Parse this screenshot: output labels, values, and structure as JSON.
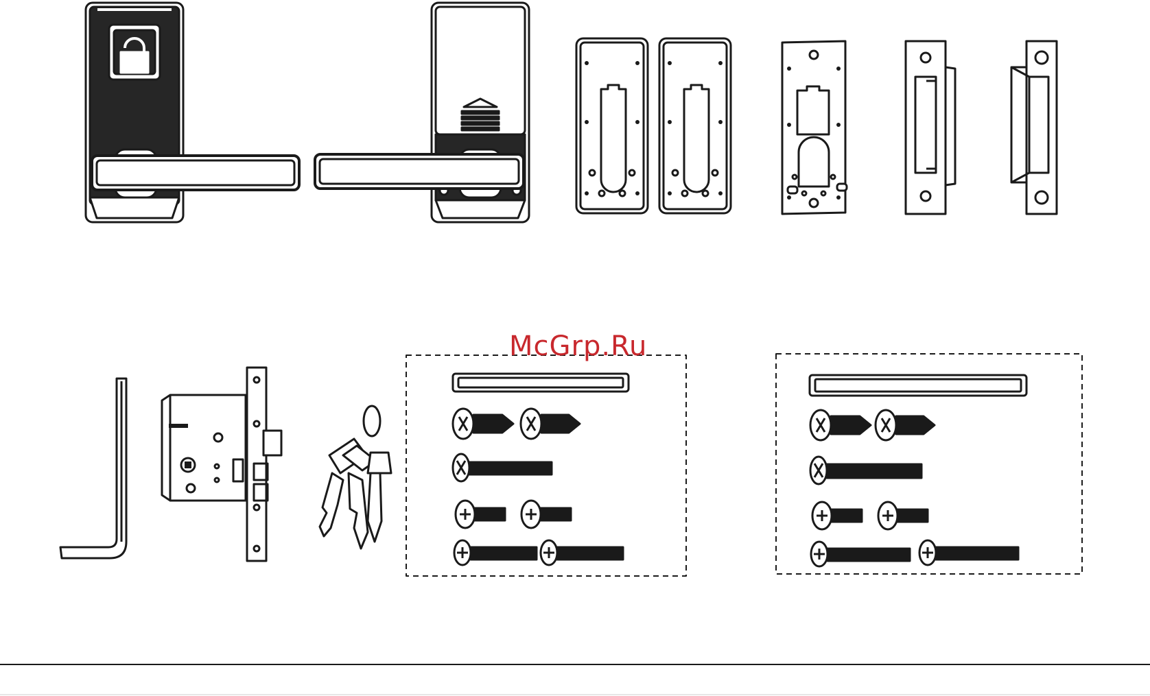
{
  "watermark": {
    "text": "McGrp.Ru",
    "color": "#c8282d"
  },
  "components": {
    "top_row": [
      "front-lock-body",
      "rear-lock-body",
      "mounting-plate",
      "inner-mounting-plate",
      "strike-plate",
      "strike-box"
    ],
    "bottom_row": [
      "allen-key",
      "mortise-lock",
      "key-set",
      "screw-kit-short",
      "screw-kit-long"
    ],
    "mounting_plate_count": 2
  },
  "colors": {
    "line": "#1a1a1a",
    "panel": "#242424",
    "fill": "#ffffff"
  }
}
